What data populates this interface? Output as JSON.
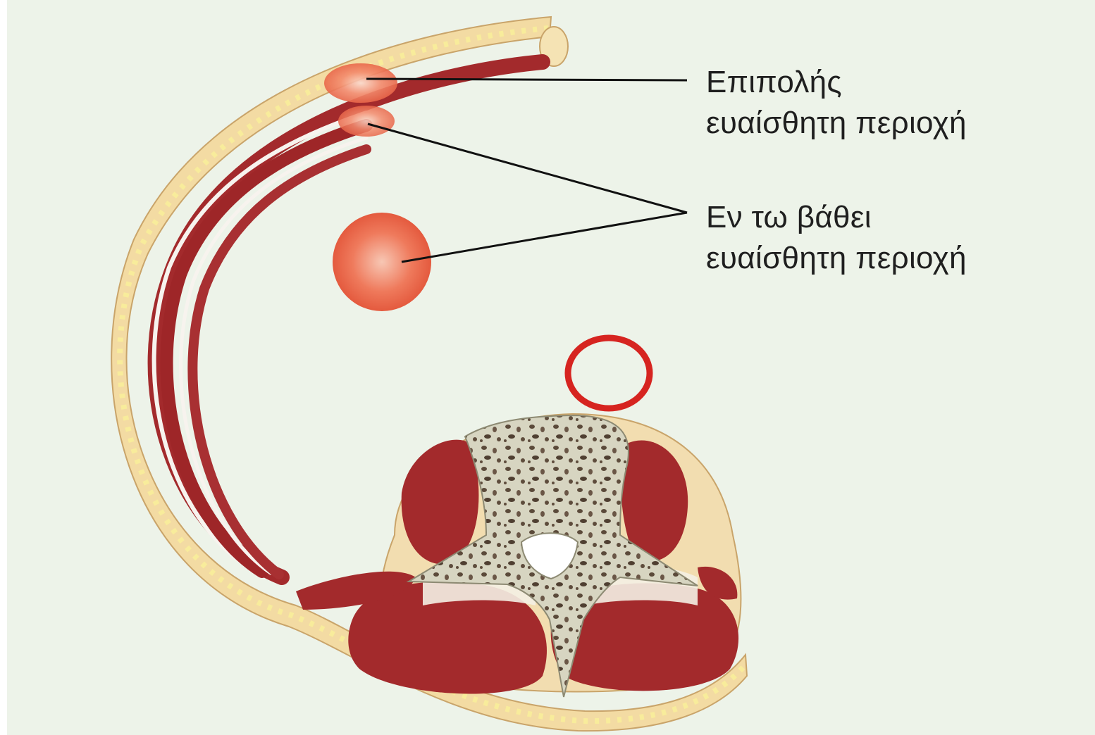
{
  "labels": {
    "superficial": {
      "line1": "Επιπολής",
      "line2": "ευαίσθητη περιοχή"
    },
    "deep": {
      "line1": "Εν τω βάθει",
      "line2": "ευαίσθητη περιοχή"
    }
  },
  "colors": {
    "background": "#edf3e9",
    "skin": "#f1d9a3",
    "fat": "#f7e7a4",
    "muscle": "#a32a2c",
    "bone": "#cfcdb8",
    "sensitive_area": "#f07a5c",
    "marker_ring": "#d62420",
    "leader_line": "#111111"
  }
}
